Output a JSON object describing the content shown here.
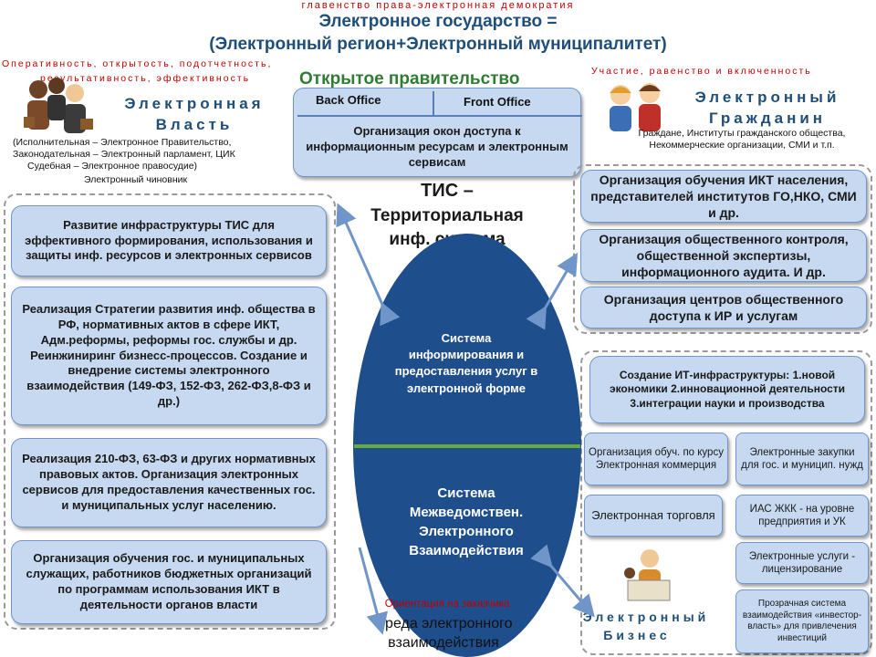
{
  "header": {
    "top_line": "главенство права-электронная демократия",
    "title_line1": "Электронное государство =",
    "title_line2": "(Электронный регион+Электронный муниципалитет)",
    "open_gov": "Открытое правительство",
    "left_red1": "Оперативность, открытость, подотчетность,",
    "left_red2": "результативность, эффективность",
    "right_red": "Участие, равенство и включенность"
  },
  "power": {
    "title_line1": "Электронная",
    "title_line2": "Власть",
    "desc1": "(Исполнительная – Электронное Правительство,",
    "desc2": "Законодательная – Электронный парламент, ЦИК",
    "desc3": "Судебная – Электронное правосудие)",
    "desc4": "Электронный чиновник"
  },
  "citizen": {
    "title_line1": "Электронный",
    "title_line2": "Гражданин",
    "desc1": "Граждане, Институты гражданского общества,",
    "desc2": "Некоммерческие организации, СМИ и т.п."
  },
  "business": {
    "title_line1": "Электронный",
    "title_line2": "Бизнес"
  },
  "office": {
    "back": "Back Office",
    "front": "Front Office",
    "text": "Организация окон доступа к информационным ресурсам и электронным сервисам"
  },
  "tis": {
    "line1": "ТИС –",
    "line2": "Территориальная",
    "line3": "инф. система"
  },
  "ellipse": {
    "top": "Система информирования и предоставления услуг в электронной форме",
    "bottom": "Система Межведомствен. Электронного Взаимодействия"
  },
  "bottom": {
    "red": "Ориентация на заказчика",
    "env": "Среда электронного взаимодействия"
  },
  "left_boxes": [
    "Развитие инфраструктуры ТИС для эффективного формирования, использования и защиты инф. ресурсов и электронных сервисов",
    "Реализация Стратегии развития инф. общества в РФ, нормативных актов в сфере ИКТ, Адм.реформы, реформы гос. службы и др. Реинжиниринг бизнесс-процессов. Создание и внедрение системы электронного взаимодействия (149-ФЗ, 152-ФЗ, 262-ФЗ,8-ФЗ и др.)",
    "Реализация 210-ФЗ, 63-ФЗ и других нормативных правовых актов. Организация электронных сервисов для предоставления качественных гос. и муниципальных услуг населению.",
    "Организация обучения гос. и муниципальных служащих, работников бюджетных организаций по программам использования ИКТ в деятельности органов власти"
  ],
  "right_citizen_boxes": [
    "Организация обучения ИКТ населения, представителей институтов ГО,НКО, СМИ и др.",
    "Организация общественного контроля, общественной экспертизы, информационного аудита. И др.",
    "Организация центров общественного доступа к ИР и услугам"
  ],
  "business_boxes": {
    "infra": "Создание ИТ-инфраструктуры: 1.новой экономики 2.инновационной деятельности 3.интеграции науки и производства",
    "course": "Организация обуч. по курсу Электронная коммерция",
    "procurement": "Электронные закупки для гос. и муницип. нужд",
    "trade": "Электронная торговля",
    "ias": "ИАС ЖКК - на уровне предприятия и УК",
    "licensing": "Электронные услуги - лицензирование",
    "invest": "Прозрачная система взаимодействия «инвестор-власть» для привлечения инвестиций"
  },
  "colors": {
    "box_fill": "#c6d9f1",
    "box_border": "#6f95c9",
    "ellipse": "#1f4e8c",
    "title_blue": "#1f4e79",
    "red": "#c00000",
    "green_line": "#6aaa3a"
  }
}
